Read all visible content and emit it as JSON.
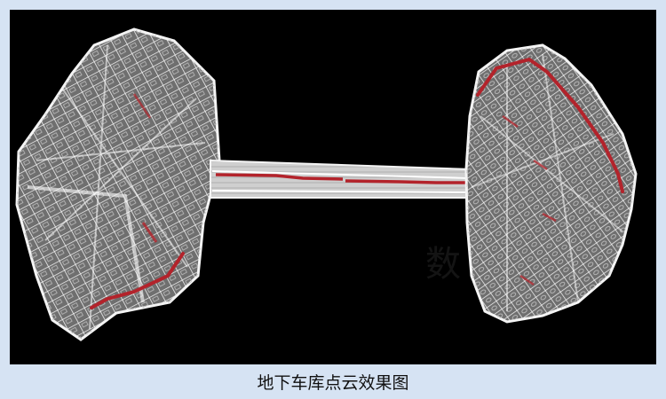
{
  "caption": "地下车库点云效果图",
  "colors": {
    "page_background": "#d6e3f3",
    "image_background": "#000000",
    "point_cloud": "#e6e6e6",
    "route_line": "#b3232b"
  },
  "image": {
    "description_icon": "point-cloud-render",
    "watermark_glyph": "数"
  }
}
